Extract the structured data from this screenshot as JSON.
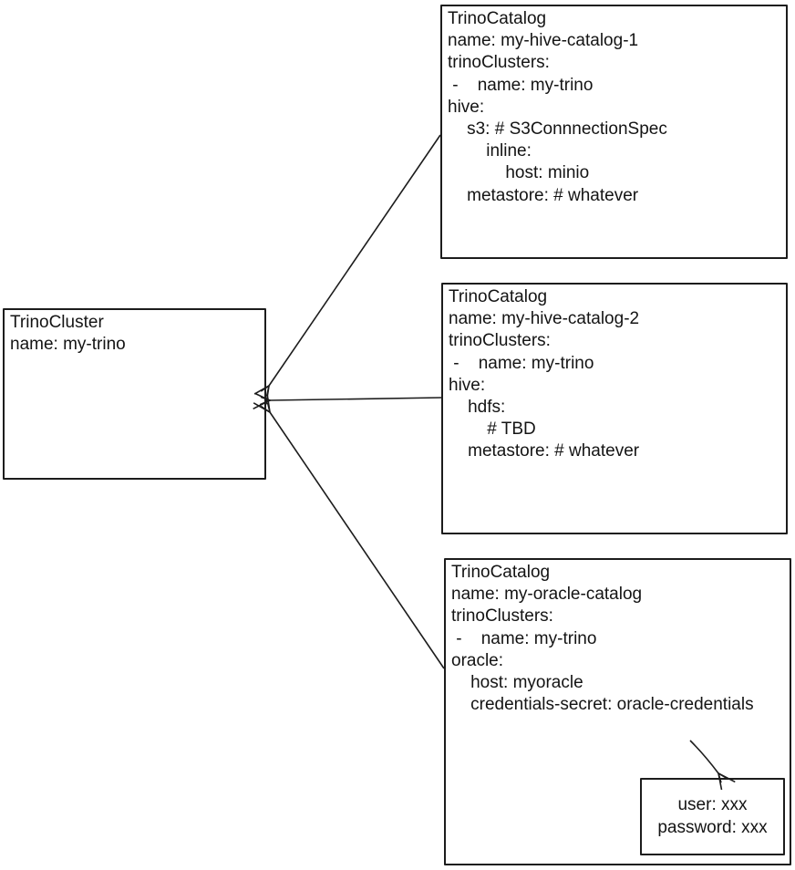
{
  "diagram": {
    "background_color": "#ffffff",
    "ink_color": "#1c1c1c",
    "cluster_box": {
      "lines": [
        "TrinoCluster",
        "name: my-trino"
      ]
    },
    "catalog_boxes": [
      {
        "id": "trino-catalog-hive-1",
        "lines": [
          "TrinoCatalog",
          "name: my-hive-catalog-1",
          "trinoClusters:",
          " -    name: my-trino",
          "hive:",
          "    s3: # S3ConnnectionSpec",
          "        inline:",
          "            host: minio",
          "    metastore: # whatever"
        ]
      },
      {
        "id": "trino-catalog-hive-2",
        "lines": [
          "TrinoCatalog",
          "name: my-hive-catalog-2",
          "trinoClusters:",
          " -    name: my-trino",
          "hive:",
          "    hdfs:",
          "        # TBD",
          "    metastore: # whatever"
        ]
      },
      {
        "id": "trino-catalog-oracle",
        "lines": [
          "TrinoCatalog",
          "name: my-oracle-catalog",
          "trinoClusters:",
          " -    name: my-trino",
          "oracle:",
          "    host: myoracle",
          "    credentials-secret: oracle-credentials"
        ]
      }
    ],
    "secret_box": {
      "lines": [
        "user: xxx",
        "password: xxx"
      ]
    }
  }
}
